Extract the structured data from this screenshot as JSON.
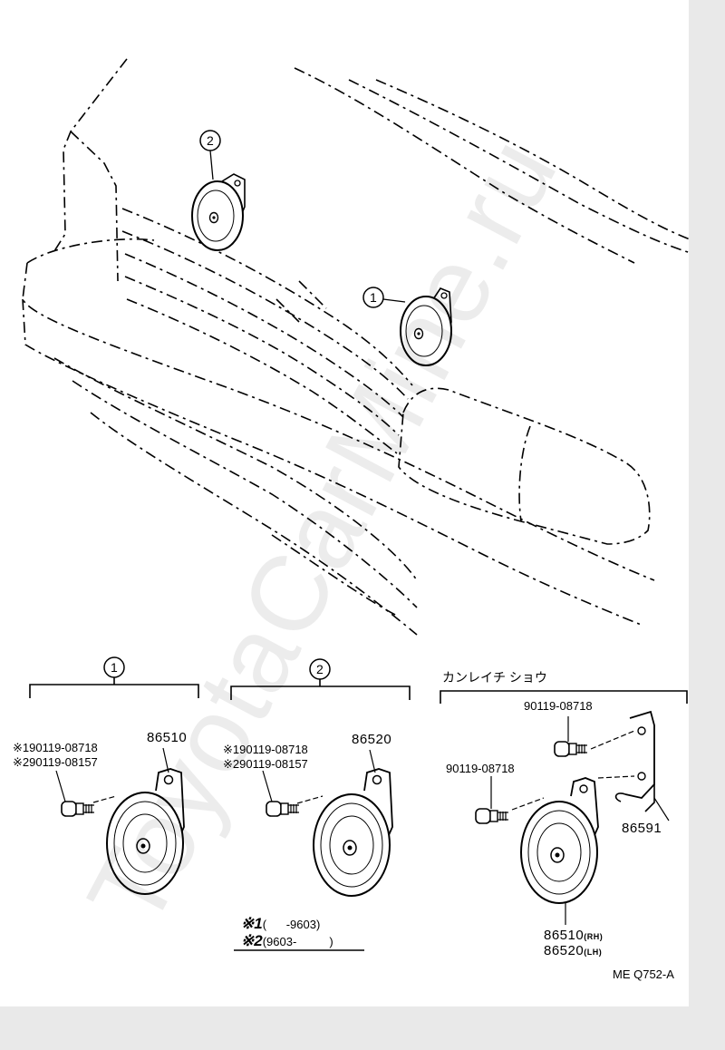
{
  "watermark": "ToyotaCarMine.ru",
  "diagram_code": "ME Q752-A",
  "callouts": {
    "one": "1",
    "two": "2"
  },
  "groups": {
    "g1": {
      "badge": "1",
      "bolt1": "※190119-08718",
      "bolt2": "※290119-08157",
      "horn_part": "86510"
    },
    "g2": {
      "badge": "2",
      "bolt1": "※190119-08718",
      "bolt2": "※290119-08157",
      "horn_part": "86520"
    },
    "g3": {
      "heading": "カンレイチ ショウ",
      "bolt_upper": "90119-08718",
      "bolt_lower": "90119-08718",
      "bracket_part": "86591",
      "horn_rh_part": "86510",
      "rh_suffix": "(RH)",
      "horn_lh_part": "86520",
      "lh_suffix": "(LH)"
    }
  },
  "footnote": {
    "line1_mark": "※1",
    "line1_text": "(      -9603)",
    "line2_mark": "※2",
    "line2_text": "(9603-          )"
  }
}
